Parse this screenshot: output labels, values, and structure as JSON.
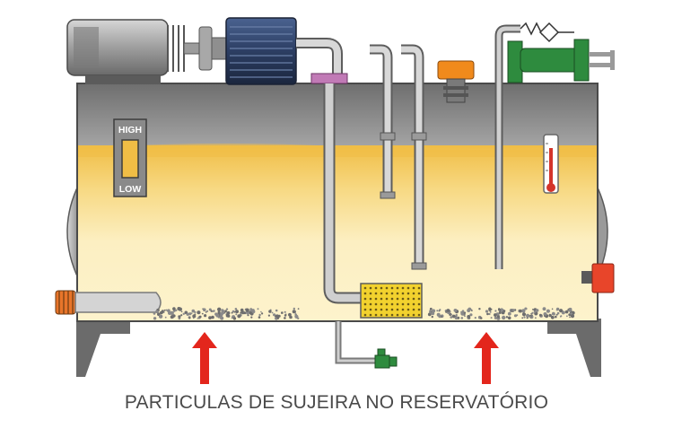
{
  "gauge": {
    "high_label": "HIGH",
    "low_label": "LOW"
  },
  "caption": "PARTICULAS DE SUJEIRA NO RESERVATÓRIO",
  "colors": {
    "tank_top": "#7d7d7d",
    "fluid_top": "#f2c14e",
    "fluid_bottom": "#fdf6d3",
    "arrow": "#e3261c",
    "motor_blue": "#2c3e63",
    "filter_green": "#2e8b3e",
    "strainer": "#f2d22e",
    "port_orange": "#f08a1c",
    "dirt": "#6d6d6d"
  },
  "icons": [
    "electric-motor-icon",
    "pump-icon",
    "filler-cap-icon",
    "return-filter-icon",
    "heater-icon",
    "thermometer-icon",
    "drain-valve-icon"
  ]
}
